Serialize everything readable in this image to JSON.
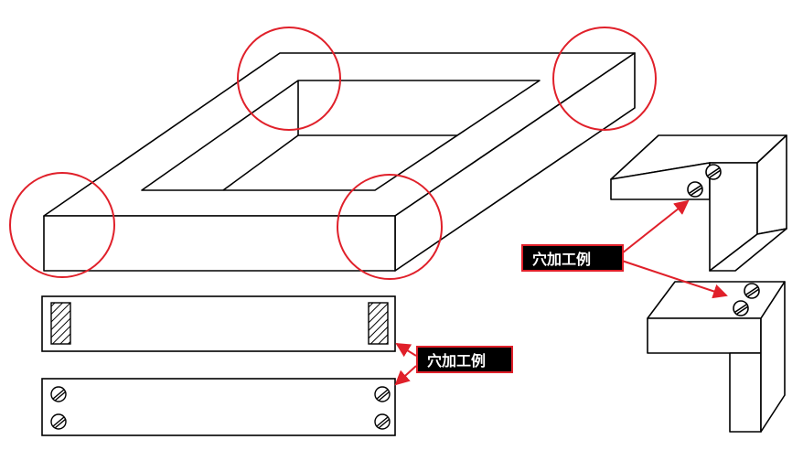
{
  "callouts": {
    "right": {
      "label": "穴加工例"
    },
    "bottom": {
      "label": "穴加工例"
    }
  },
  "colors": {
    "outline": "#000000",
    "highlight_circle": "#e0202a",
    "arrow": "#e0202a",
    "callout_bg": "#000000",
    "callout_text": "#ffffff"
  },
  "icons": [
    "highlight-circle",
    "hatched-rectangle",
    "slotted-screw-hole",
    "leader-arrow"
  ]
}
